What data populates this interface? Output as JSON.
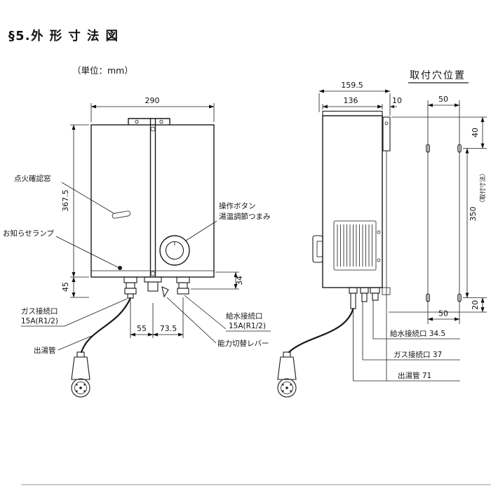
{
  "page": {
    "title": "§5.外 形 寸 法 図",
    "unit_note": "（単位：mm）"
  },
  "mounting": {
    "title": "取付穴位置"
  },
  "front_view": {
    "dims": {
      "width": "290",
      "height": "367.5",
      "bottom_height": "45",
      "pipe_height": "34",
      "gas_offset": "55",
      "water_offset": "73.5"
    },
    "labels": {
      "ignition_window": "点火確認窓",
      "notice_lamp": "お知らせランプ",
      "operation_button": "操作ボタン",
      "temp_knob": "湯温調節つまみ",
      "gas_port": "ガス接続口",
      "gas_port_size": "15A(R1/2)",
      "water_port": "給水接続口",
      "water_port_size": "15A(R1/2)",
      "capacity_lever": "能力切替レバー",
      "outlet_pipe": "出湯管"
    }
  },
  "side_view": {
    "dims": {
      "total_depth": "159.5",
      "body_depth": "136",
      "bracket_gap": "10",
      "hole_pitch_top": "50",
      "hole_top_offset": "40",
      "hole_pitch_vertical": "350",
      "hole_pitch_vertical_note": "（取付寸法）",
      "hole_bottom_offset": "20",
      "hole_pitch_bottom": "50"
    },
    "labels": {
      "water_port": "給水接続口 34.5",
      "gas_port": "ガス接続口 37",
      "outlet_pipe": "出湯管 71"
    }
  }
}
